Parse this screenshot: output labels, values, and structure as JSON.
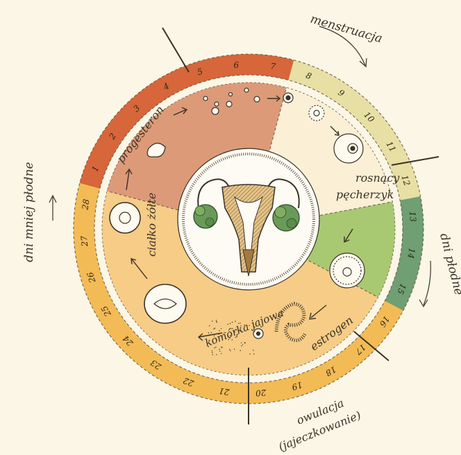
{
  "outer_ring": {
    "days": [
      "1",
      "2",
      "3",
      "4",
      "5",
      "6",
      "7",
      "8",
      "9",
      "10",
      "11",
      "12",
      "13",
      "14",
      "15",
      "16",
      "17",
      "18",
      "19",
      "20",
      "21",
      "22",
      "23",
      "24",
      "25",
      "26",
      "27",
      "28"
    ]
  },
  "phases": {
    "menstruation": "menstruacja",
    "fertile_days": "dni płodne",
    "less_fertile_days": "dni mniej płodne",
    "ovulation_line1": "owulacja",
    "ovulation_line2": "(jajeczkowanie)"
  },
  "inner_labels": {
    "growing_follicle_line1": "rosnący",
    "growing_follicle_line2": "pęcherzyk",
    "estrogen": "estrogen",
    "egg_cell": "komórka jajowa",
    "corpus_luteum": "ciałko żółte",
    "progesterone": "progesteron"
  },
  "colors": {
    "background": "#fbf6e6",
    "menstruation": "#d7663a",
    "menstruation_inner": "#dd9a78",
    "fertile_ring": "#e8dfa4",
    "follicle_inner": "#fbefd6",
    "ovulation_ring": "#6f9f72",
    "ovulation_inner": "#a9c872",
    "luteal_ring": "#f3bb55",
    "luteal_inner": "#f6cc86"
  }
}
